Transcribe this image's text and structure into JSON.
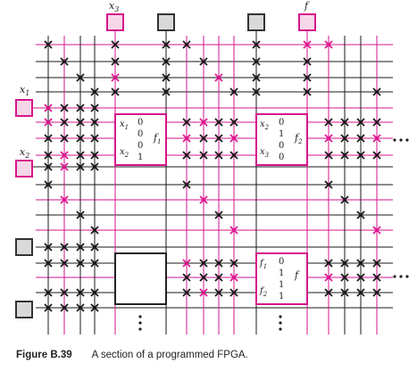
{
  "caption": {
    "figure_label": "Figure B.39",
    "text": "A section of a programmed FPGA."
  },
  "pin_labels": {
    "x3": {
      "base": "x",
      "sub": "3"
    },
    "f": {
      "base": "f",
      "sub": ""
    },
    "x1": {
      "base": "x",
      "sub": "1"
    },
    "x2": {
      "base": "x",
      "sub": "2"
    }
  },
  "blocks": [
    {
      "id": "block-1",
      "inputs": [
        {
          "base": "x",
          "sub": "1"
        },
        {
          "base": "x",
          "sub": "2"
        }
      ],
      "truth_table": [
        "0",
        "0",
        "0",
        "1"
      ],
      "output": {
        "base": "f",
        "sub": "1"
      },
      "programmed": true
    },
    {
      "id": "block-2",
      "inputs": [
        {
          "base": "x",
          "sub": "2"
        },
        {
          "base": "x",
          "sub": "3"
        }
      ],
      "truth_table": [
        "0",
        "1",
        "0",
        "0"
      ],
      "output": {
        "base": "f",
        "sub": "2"
      },
      "programmed": true
    },
    {
      "id": "block-3",
      "inputs": [],
      "truth_table": [],
      "output": null,
      "programmed": false
    },
    {
      "id": "block-4",
      "inputs": [
        {
          "base": "f",
          "sub": "1"
        },
        {
          "base": "f",
          "sub": "2"
        }
      ],
      "truth_table": [
        "0",
        "1",
        "1",
        "1"
      ],
      "output": {
        "base": "f",
        "sub": ""
      },
      "programmed": true
    }
  ],
  "colors": {
    "used_wire": "#d6168c",
    "unused_wire": "#1a1a1a",
    "used_switch": "#e0178f",
    "unused_switch": "#1a1a1a",
    "pin_used_fill": "#f6d7e8",
    "pin_unused_fill": "#d9d9d9"
  }
}
